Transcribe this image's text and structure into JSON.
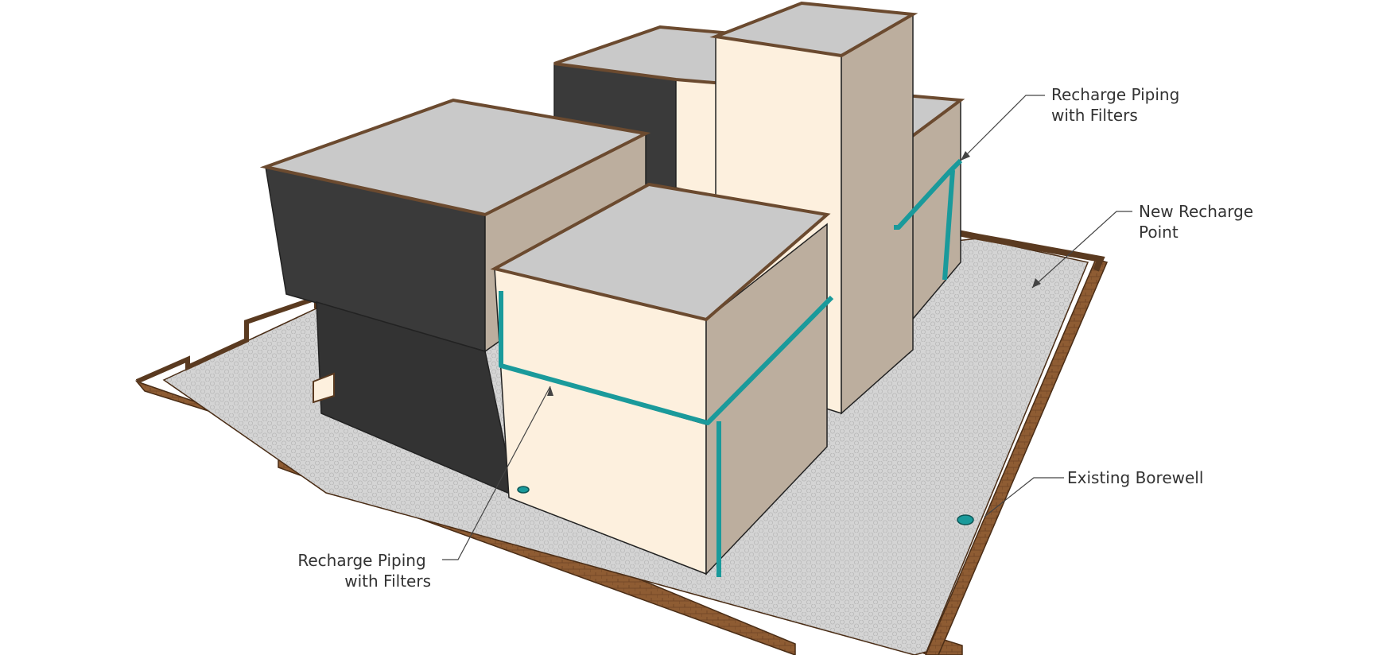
{
  "diagram": {
    "labels": [
      {
        "id": "piping-right",
        "lines": [
          "Recharge Piping",
          "with Filters"
        ]
      },
      {
        "id": "recharge-point",
        "lines": [
          "New Recharge",
          "Point"
        ]
      },
      {
        "id": "borewell",
        "lines": [
          "Existing Borewell"
        ]
      },
      {
        "id": "piping-left",
        "lines": [
          "Recharge Piping",
          "with Filters"
        ]
      }
    ]
  },
  "colors": {
    "pipe": "#1a9a9b",
    "dark_wall": "#3a3a3a",
    "cream_wall": "#fdf0de",
    "tan_wall": "#bcae9e",
    "roof": "#c9c9c9",
    "coping": "#6b4a2f",
    "brick": "#8a5a32",
    "ground": "#cfcfcf"
  }
}
